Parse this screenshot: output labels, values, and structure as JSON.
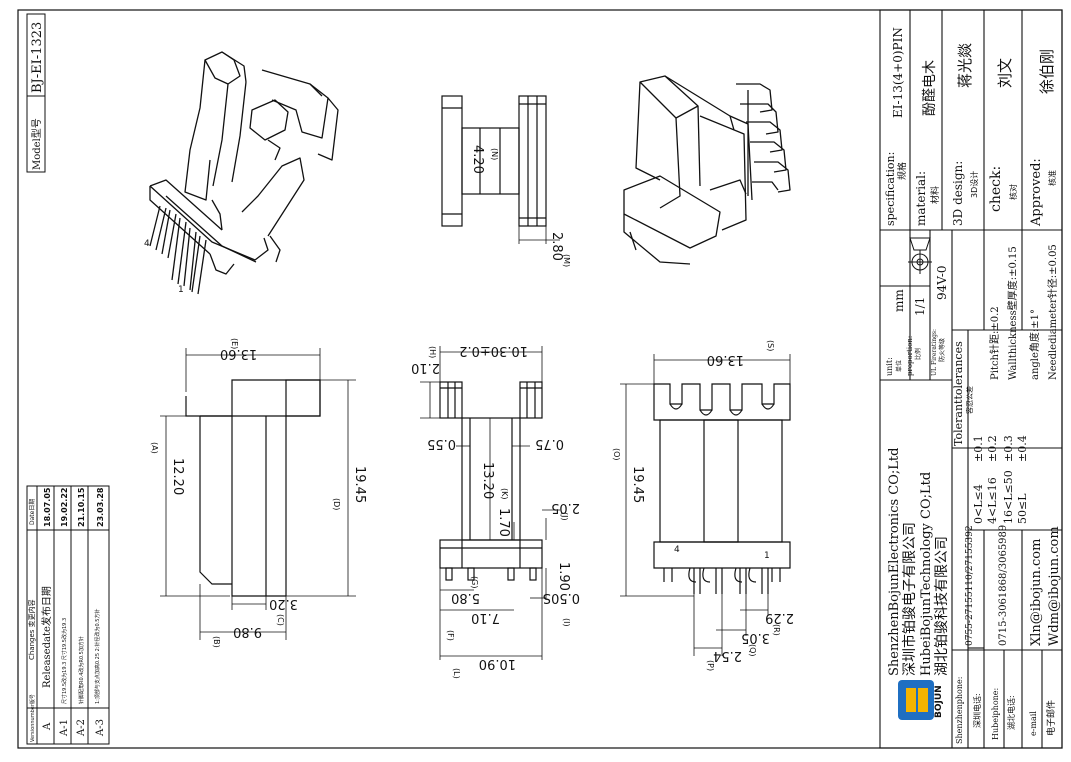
{
  "model": {
    "label": "Model型号",
    "value": "BJ-EI-1323"
  },
  "title_block": {
    "spec_label": "specification:",
    "spec_cn": "规格",
    "spec_value": "EI-13(4+0)PIN",
    "material_label": "material:",
    "material_cn": "材料",
    "material_value": "酚醛电木",
    "design_label": "3D design:",
    "design_cn": "3D设计",
    "design_value": "蒋光燚",
    "check_label": "check:",
    "check_cn": "核对",
    "check_value": "刘文",
    "approved_label": "Approved:",
    "approved_cn": "核准",
    "approved_value": "徐伯刚",
    "unit_label": "unit:",
    "unit_cn": "单位",
    "unit_value": "mm",
    "proportion_label": "proportion:",
    "proportion_cn": "比例",
    "proportion_value": "1/1",
    "ul_label": "UL Fireratings:",
    "ul_cn": "防火等级",
    "ul_value": "94V-0",
    "tol_title": "Toleranttolerances",
    "tol_cn": "容忍公差",
    "tol_rows": [
      {
        "range": "0<L≤4",
        "value": "±0.1"
      },
      {
        "range": "4<L≤16",
        "value": "±0.2"
      },
      {
        "range": "16<L≤50",
        "value": "±0.3"
      },
      {
        "range": "50≤L",
        "value": "±0.4"
      }
    ],
    "pitch": "Pitch针距:±0.2",
    "wall": "Wallthickness壁厚度:±0.15",
    "angle": "angle角度:±1°",
    "needle": "Needlediameter针径:±0.05",
    "company_1": "ShenzhenBojunElectronics CO;Ltd",
    "company_2": "深圳市铂骏电子有限公司",
    "company_3": "HubeiBojunTechnology CO;Ltd",
    "company_4": "湖北铂骏科技有限公司",
    "sz_phone_label": "Shenzhenphone:",
    "sz_phone_cn": "深圳电话:",
    "sz_phone": "0755-27155110/27155392",
    "hb_phone_label": "Hubeiphone:",
    "hb_phone_cn": "湖北电话:",
    "hb_phone": "0715-3061868/3065989",
    "email_label": "e-mail",
    "email_cn": "电子邮件",
    "email_1": "Xln@ibojun.com",
    "email_2": "Wdm@ibojun.com",
    "logo_text": "BOJUN"
  },
  "changes": {
    "header_ver": "Versionnumber版号",
    "header_change": "Changes 变更内容",
    "header_date": "Date日期",
    "rows": [
      {
        "ver": "A",
        "change": "Releasedate发布日期",
        "date": "18.07.05"
      },
      {
        "ver": "A-1",
        "change": "尺寸19.5改为19.3 尺寸19.5改为19.3",
        "date": "19.02.22"
      },
      {
        "ver": "A-2",
        "change": "针脚配角R0.4改为R0.5加方针",
        "date": "21.10.15"
      },
      {
        "ver": "A-3",
        "change": "1:顶部与支点加高0.25 2:针径改为0.5方针",
        "date": "23.03.28"
      }
    ]
  },
  "dimensions": {
    "top": {
      "a": "4.20",
      "a_tag": "(N)",
      "b": "2.80",
      "b_tag": "(M)"
    },
    "view1": {
      "width": "13.60",
      "width_tag": "(E)",
      "left": "12.20",
      "left_tag": "(A)",
      "right": "19.45",
      "right_tag": "(D)",
      "c": "3.20",
      "c_tag": "(C)",
      "b": "9.80",
      "b_tag": "(B)"
    },
    "view2": {
      "top": "10.30±0.2",
      "top_tag": "(H)",
      "flange": "2.10",
      "left": "0.55",
      "right": "0.75",
      "height": "13.20",
      "height_tag": "(K)",
      "base": "2.05",
      "base_tag": "(J)",
      "gap": "1.70",
      "g": "5.80",
      "g_tag": "(G)",
      "f": "7.10",
      "f_tag": "(F)",
      "i": "0.50S",
      "i_tag": "(I)",
      "pin": "1.90",
      "l": "10.90",
      "l_tag": "(L)"
    },
    "view3": {
      "width": "13.60",
      "width_tag": "(S)",
      "height": "19.45",
      "height_tag": "(O)",
      "r": "2.29",
      "r_tag": "(R)",
      "q": "3.05",
      "q_tag": "(Q)",
      "p": "2.54",
      "p_tag": "(P)",
      "pin4": "4",
      "pin1": "1"
    },
    "iso": {
      "pin4": "4",
      "pin1": "1"
    }
  }
}
